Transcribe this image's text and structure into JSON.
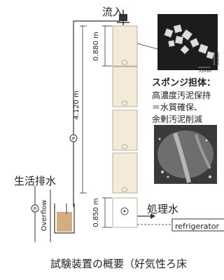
{
  "labels": {
    "inflow": "流入",
    "sponge_title": "スポンジ担体：",
    "sponge_line1": "高濃度汚泥保持",
    "sponge_line2": "＝水質確保、",
    "sponge_line3": "余剰汚泥削減",
    "sewage": "生活排水",
    "treated_water": "処理水",
    "refrigerator": "refrigerator",
    "overflow": "Overflow",
    "caption": "試験装置の概要（好気性ろ床"
  },
  "dimensions": {
    "segment_height": "0.880 m",
    "total_height": "4.120 m",
    "bottom_height": "0.850 m",
    "sponge_size_a": "33mm",
    "sponge_size_b": "33mm"
  },
  "pump_symbol": "P",
  "colors": {
    "column_fill": "#f3ead8",
    "column_stroke": "#b9ae9a",
    "sludge_fill": "#d3ad7e",
    "line": "#333333",
    "photo_dark": "#1c1c1c"
  }
}
